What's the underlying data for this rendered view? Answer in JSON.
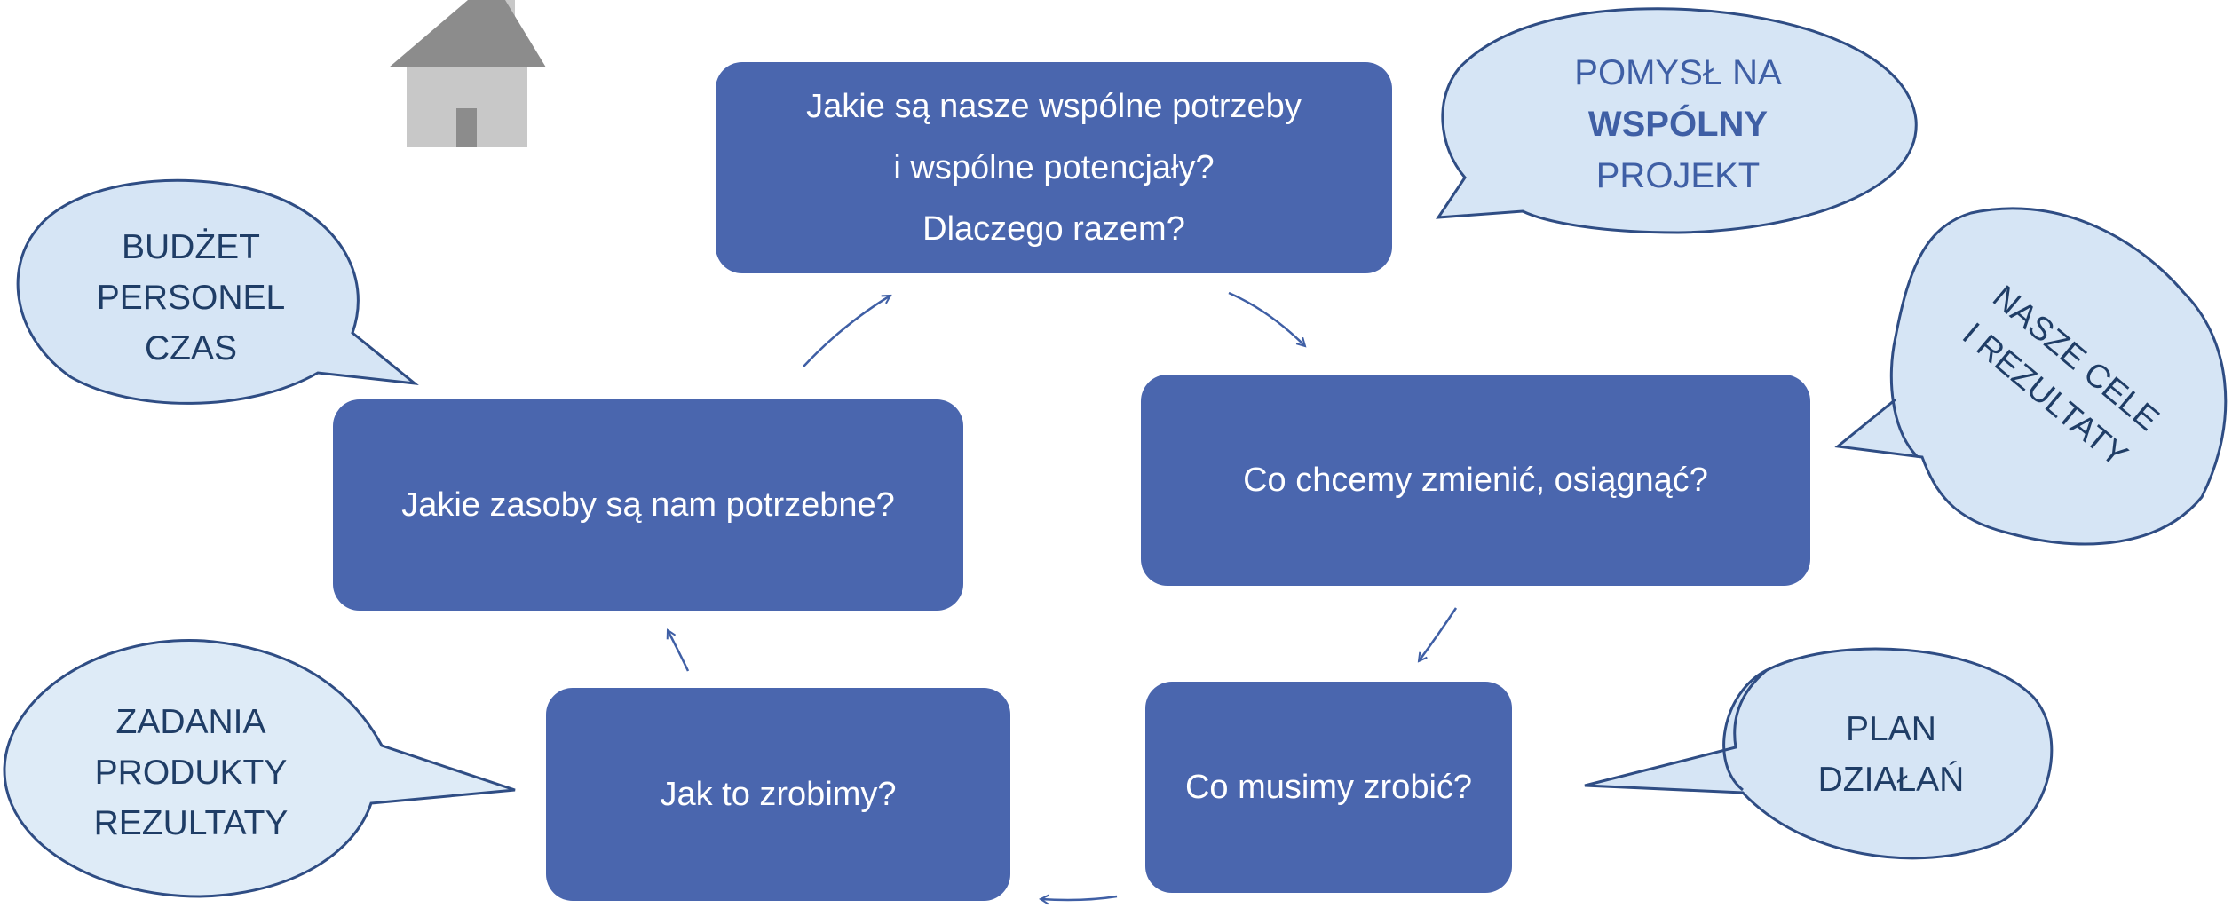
{
  "colors": {
    "box_fill": "#4a66ae",
    "box_text": "#ffffff",
    "bubble_fill": "#d6e5f5",
    "bubble_stroke": "#2f4d84",
    "bubble_text": "#1f3d66",
    "arrow": "#3f5fa5",
    "house_roof": "#8c8c8c",
    "house_wall": "#c8c8c8"
  },
  "boxes": {
    "needs": {
      "lines": [
        "Jakie są nasze wspólne potrzeby",
        "i wspólne potencjały?",
        "Dlaczego razem?"
      ]
    },
    "change": {
      "lines": [
        "Co chcemy zmienić, osiągnąć?"
      ]
    },
    "todo": {
      "lines": [
        "Co musimy zrobić?"
      ]
    },
    "how": {
      "lines": [
        "Jak to zrobimy?"
      ]
    },
    "resources": {
      "lines": [
        "Jakie zasoby są nam potrzebne?"
      ]
    }
  },
  "bubbles": {
    "idea": {
      "line1": "POMYSŁ NA",
      "line2": "WSPÓLNY",
      "line3": "PROJEKT"
    },
    "goals": {
      "line1": "NASZE CELE",
      "line2": "I REZULTATY"
    },
    "plan": {
      "line1": "PLAN",
      "line2": "DZIAŁAŃ"
    },
    "tasks": {
      "line1": "ZADANIA",
      "line2": "PRODUKTY",
      "line3": "REZULTATY"
    },
    "budget": {
      "line1": "BUDŻET",
      "line2": "PERSONEL",
      "line3": "CZAS"
    }
  },
  "icons": {
    "house": "house-icon"
  }
}
